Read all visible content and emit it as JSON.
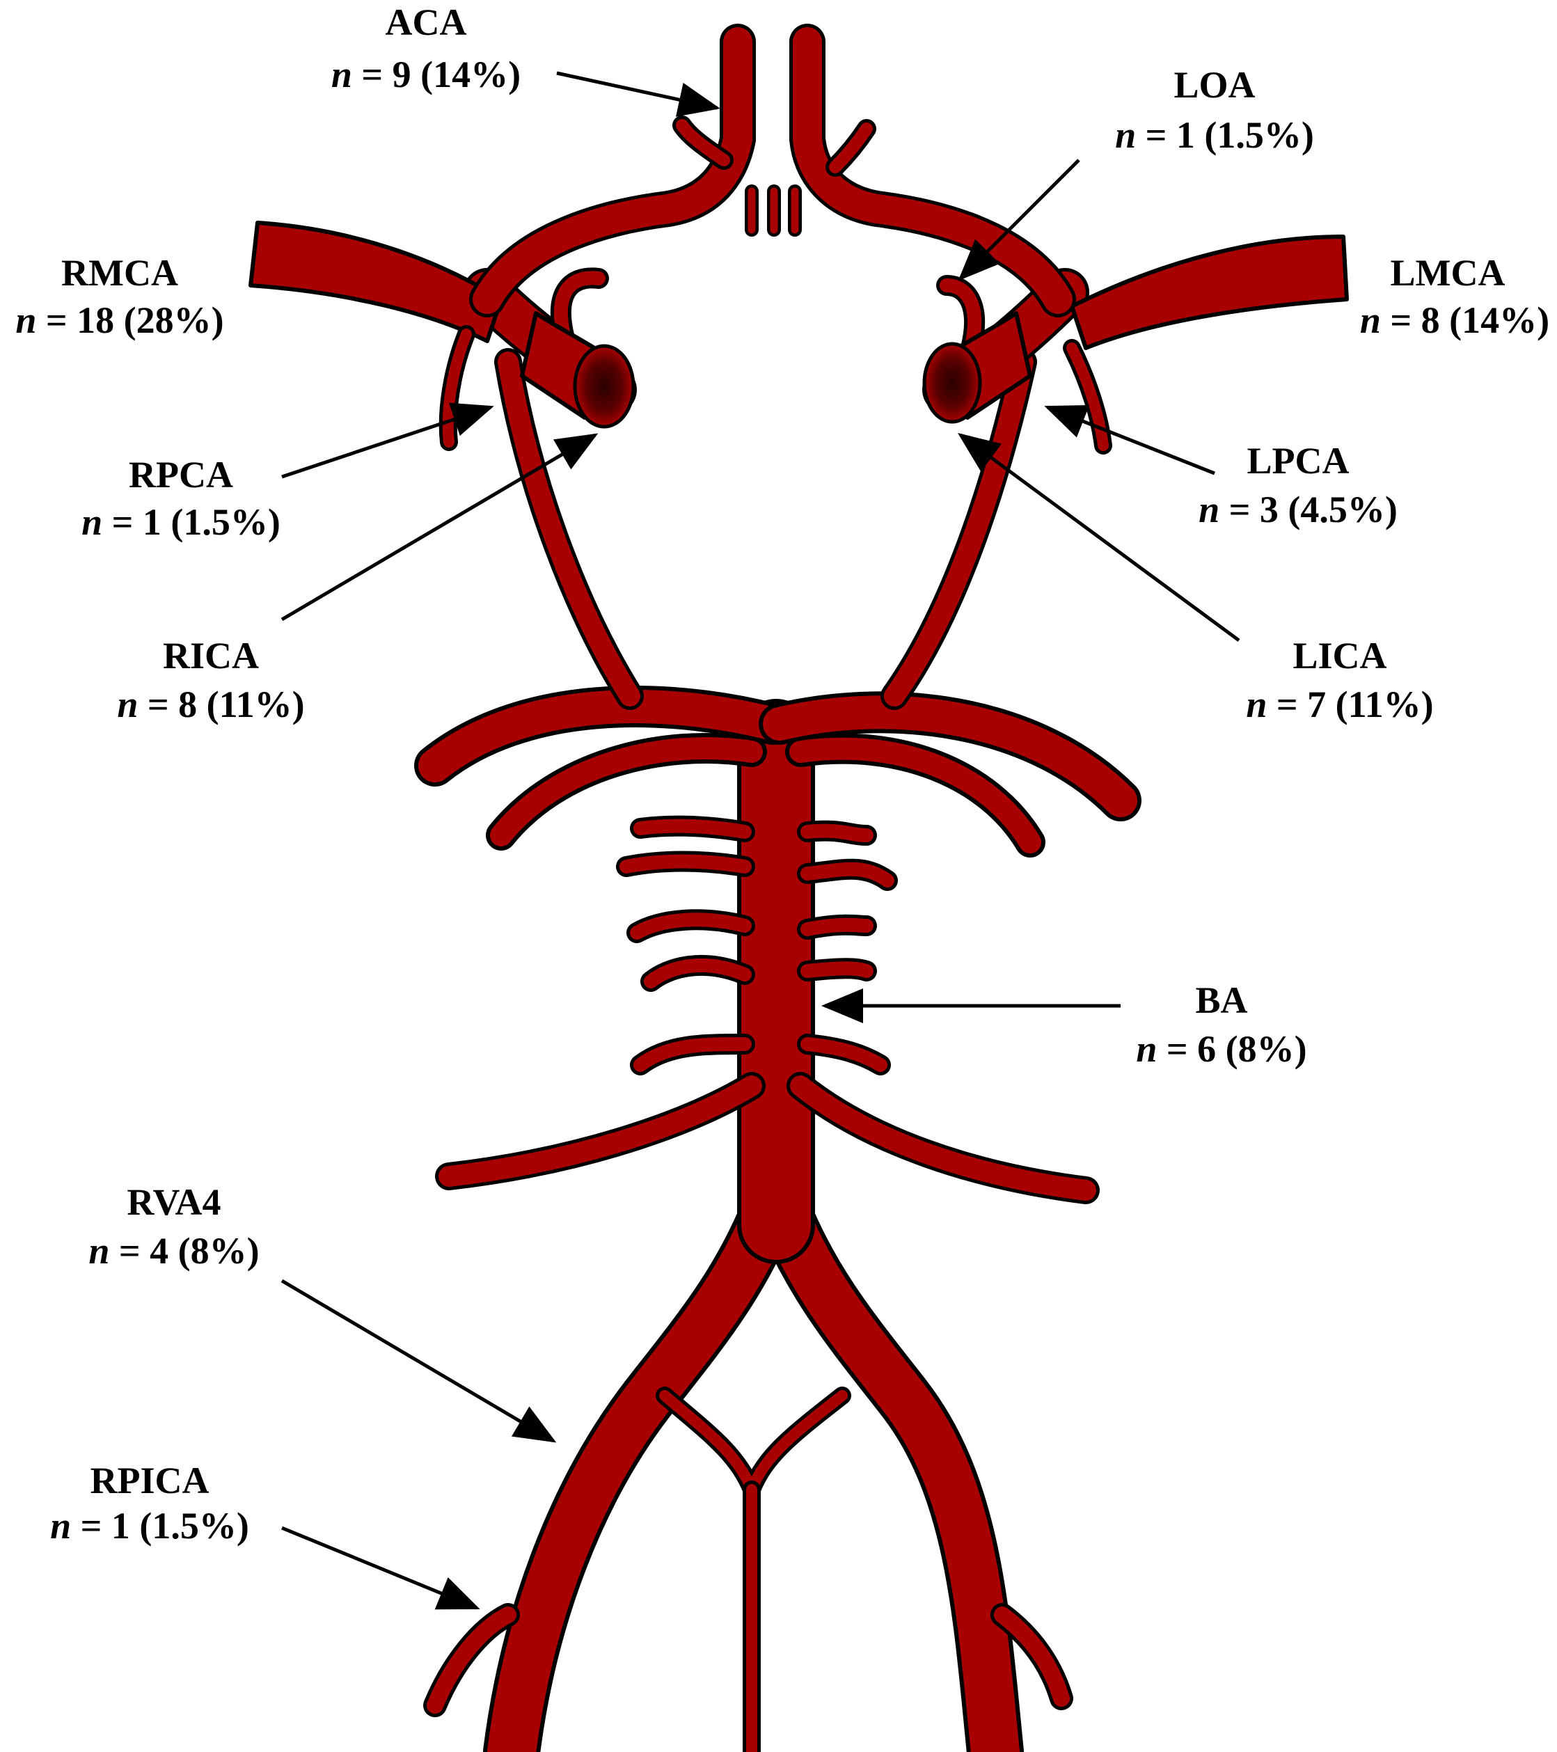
{
  "colors": {
    "vessel": "#a80000",
    "aneurysm": "#2a0000",
    "outline": "#000000"
  },
  "labels": [
    {
      "id": "aca",
      "name": "ACA",
      "n_symbol": "n",
      "count_text": " = 9 (14%)",
      "n": 9,
      "percent": 14
    },
    {
      "id": "loa",
      "name": "LOA",
      "n_symbol": "n",
      "count_text": " = 1 (1.5%)",
      "n": 1,
      "percent": 1.5
    },
    {
      "id": "rmca",
      "name": "RMCA",
      "n_symbol": "n",
      "count_text": " = 18 (28%)",
      "n": 18,
      "percent": 28
    },
    {
      "id": "lmca",
      "name": "LMCA",
      "n_symbol": "n",
      "count_text": " = 8 (14%)",
      "n": 8,
      "percent": 14
    },
    {
      "id": "rpca",
      "name": "RPCA",
      "n_symbol": "n",
      "count_text": " = 1 (1.5%)",
      "n": 1,
      "percent": 1.5
    },
    {
      "id": "lpca",
      "name": "LPCA",
      "n_symbol": "n",
      "count_text": " = 3 (4.5%)",
      "n": 3,
      "percent": 4.5
    },
    {
      "id": "rica",
      "name": "RICA",
      "n_symbol": "n",
      "count_text": " = 8 (11%)",
      "n": 8,
      "percent": 11
    },
    {
      "id": "lica",
      "name": "LICA",
      "n_symbol": "n",
      "count_text": " = 7 (11%)",
      "n": 7,
      "percent": 11
    },
    {
      "id": "ba",
      "name": "BA",
      "n_symbol": "n",
      "count_text": " = 6 (8%)",
      "n": 6,
      "percent": 8
    },
    {
      "id": "rva4",
      "name": "RVA4",
      "n_symbol": "n",
      "count_text": " = 4 (8%)",
      "n": 4,
      "percent": 8
    },
    {
      "id": "rpica",
      "name": "RPICA",
      "n_symbol": "n",
      "count_text": " = 1 (1.5%)",
      "n": 1,
      "percent": 1.5
    }
  ]
}
